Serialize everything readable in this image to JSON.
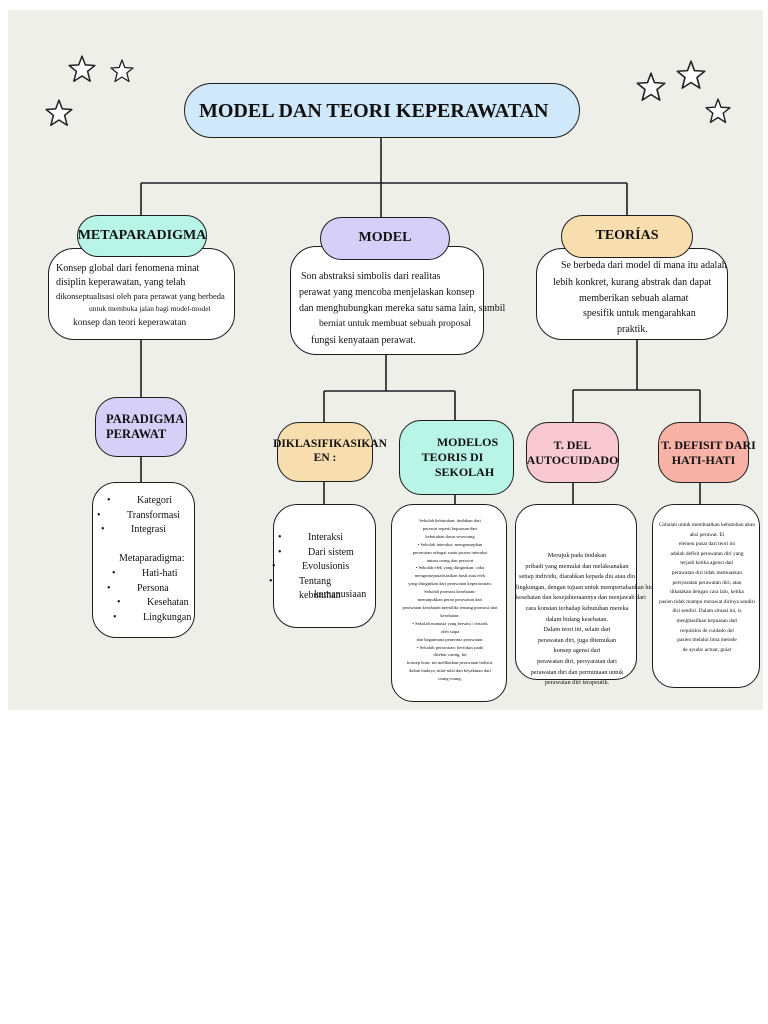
{
  "title": "MODEL DAN TEORI KEPERAWATAN",
  "metaparadigma": {
    "label": "METAPARADIGMA",
    "desc": [
      "Konsep global dari fenomena minat",
      "disiplin keperawatan, yang telah",
      "dikonseptualisasi oleh para perawat yang berbeda",
      "untuk membuka jalan bagi model-model",
      "konsep dan teori keperawatan"
    ]
  },
  "model": {
    "label": "MODEL",
    "desc": [
      "Son abstraksi simbolis dari realitas",
      "perawat yang mencoba menjelaskan konsep",
      "dan menghubungkan mereka satu sama lain, sambil",
      "berniat untuk membuat sebuah proposal",
      "fungsi kenyataan perawat."
    ]
  },
  "teorias": {
    "label": "TEORÍAS",
    "desc": [
      "Se berbeda dari model di mana itu adalah",
      "lebih konkret, kurang abstrak dan dapat",
      "memberikan sebuah alamat",
      "spesifik untuk mengarahkan",
      "praktik."
    ]
  },
  "paradigma": {
    "label1": "PARADIGMA",
    "label2": "PERAWAT",
    "items": [
      "Kategori",
      "Transformasi",
      "Integrasi"
    ],
    "sub_heading": "Metaparadigma:",
    "sub_items": [
      "Hati-hati",
      "Persona",
      "Kesehatan",
      "Lingkungan"
    ]
  },
  "diklasifikasikan": {
    "label1": "DIKLASIFIKASIKAN",
    "label2": "EN :",
    "items": [
      "Interaksi",
      "Dari sistem",
      "Evolusionis",
      "Tentang kebutuhan",
      "kemanusiaan"
    ]
  },
  "modelos": {
    "label1": "MODELOS",
    "label2": "TEORIS DI",
    "label3": "SEKOLAH",
    "desc": [
      "Sekolah kebutuhan: tindakan dari",
      "perawat seperti kepuasan dari",
      "kebutuhan dasar seseorang",
      "• Sekolah interaksi: mengonsepkan",
      "perawatan sebagai suatu proses interaksi",
      "antara orang dan perawat",
      "• Sekolah efek yang diinginkan: coba",
      "mengonseptualisasikan hasil atau efek",
      "yang diinginkan dari perawatan keperawatan.",
      "Sekolah promosi kesehatan:",
      "menunjukkan peran perawatan dari",
      "perawatan kesehatan memiliki tentang promosi dari",
      "kesehatan.",
      "• Sekolah manusia yang bersatu / tertarik",
      "oleh siapa",
      "dan bagaimana penerima perawatan.",
      "• Sekolah perawatan: berfokus pada",
      "disebut caring, Ini",
      "konsep bom: ini melibatkan perawatan holistic",
      "dalam budaya, nilai-nilai dan keyakinan dari",
      "orang-orang."
    ]
  },
  "autocuidado": {
    "label1": "T. DEL",
    "label2": "AUTOCUIDADO",
    "desc": [
      "Merujuk pada tindakan",
      "pribadi yang memulai dan melaksanakan",
      "setiap individu, diarahkan kepada diu atau diu",
      "lingkungan, dengan tujuan untuk mempertahankan hidupnya,",
      "kesehatan dan kesejahteraannya dan menjawab dari",
      "cara konstan terhadap kebutuhan mereka",
      "dalam bidang kesehatan.",
      "Dalam teori ini, selain dari",
      "perawatan diri, juga ditemukan",
      "konsep agensi dari",
      "perawatan diri, persyaratan dari",
      "perawatan diri dan permintaan untuk",
      "perawatan diri terapeutik."
    ]
  },
  "defisit": {
    "label1": "T. DEFISIT DARI",
    "label2": "HATI-HATI",
    "desc": [
      "Cobalah untuk membuatkan kebutuhan akan",
      "aksi perawat. El",
      "elemen pusat dari teori ini",
      "adalah defisit perawatan diri yang",
      "terjadi ketika agensi dari",
      "perawatan diri tidak memuaskan",
      "persyaratan perawatan diri; atau",
      "dikatakan dengan cara lain, ketika",
      "pasien tidak mampu merawat dirinya sendiri",
      "diri sendiri. Dalam situasi ini, is",
      "menghasilkan kepuasan dari",
      "requisitos de cuidado del",
      "pasien melalui lima metode",
      "de ayuda: actuar, guiar"
    ]
  },
  "colors": {
    "title_fill": "#cfe9fb",
    "mint": "#b8f5e6",
    "lavender": "#d6cff8",
    "peach": "#f8deaf",
    "pink": "#f9c9d2",
    "salmon": "#f8b2a6",
    "canvas": "#efefea"
  },
  "icons": [
    "star-icon"
  ]
}
